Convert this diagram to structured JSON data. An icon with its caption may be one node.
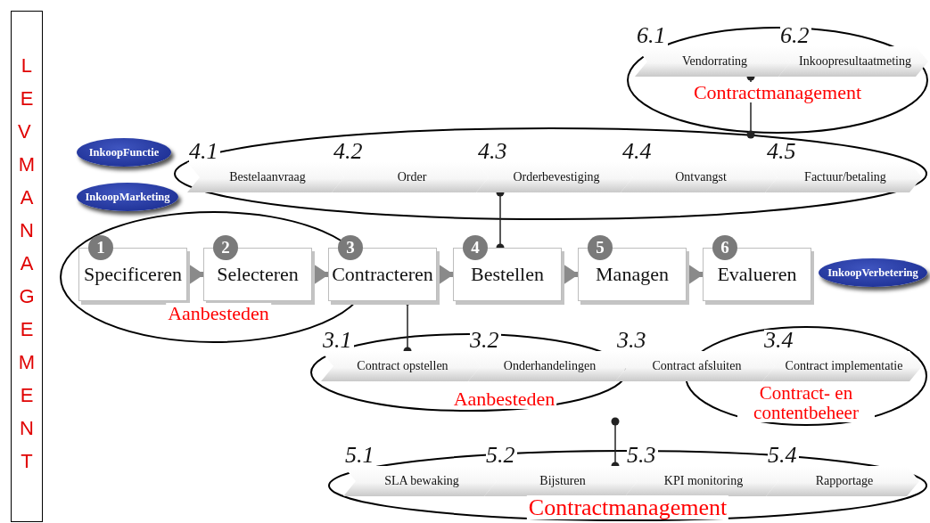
{
  "diagram": {
    "nodes": [
      {
        "text": [
          "LEV MANAGEMENT"
        ]
      },
      {
        "text": [
          "Contractmanagement"
        ]
      },
      {
        "text": [
          "6.1",
          "Vendorrating"
        ],
        "in": 1
      },
      {
        "text": [
          "6.2",
          "Inkoopresultaatmeting"
        ],
        "in": 1
      },
      {
        "text": [
          "InkoopFunctie"
        ]
      },
      {
        "text": [],
        "shape": "ellipse"
      },
      {
        "text": [
          "4.1",
          "Bestelaanvraag"
        ],
        "in": 5
      },
      {
        "text": [
          "4.2",
          "Order"
        ],
        "in": 5
      },
      {
        "text": [
          "4.3",
          "Orderbevestiging"
        ],
        "in": 5
      },
      {
        "text": [
          "4.4",
          "Ontvangst"
        ],
        "in": 5
      },
      {
        "text": [
          "4.5",
          "Factuur/betaling"
        ],
        "in": 5
      },
      {
        "text": [
          "InkoopMarketing"
        ]
      },
      {
        "text": [
          "Aanbesteden"
        ]
      },
      {
        "text": [
          "1",
          "Specificeren"
        ],
        "in": 12
      },
      {
        "text": [
          "2",
          "Selecteren"
        ],
        "in": 12
      },
      {
        "text": [
          "3",
          "Contracteren"
        ]
      },
      {
        "text": [
          "4",
          "Bestellen"
        ]
      },
      {
        "text": [
          "5",
          "Managen"
        ]
      },
      {
        "text": [
          "6",
          "Evalueren"
        ]
      },
      {
        "text": [
          "InkoopVerbetering"
        ]
      },
      {
        "text": [
          "Aanbesteden"
        ]
      },
      {
        "text": [
          "3.1",
          "Contract opstellen"
        ],
        "in": 20
      },
      {
        "text": [
          "3.2",
          "Onderhandelingen"
        ],
        "in": 20
      },
      {
        "text": [
          "3.3",
          "Contract afsluiten"
        ]
      },
      {
        "text": [
          "Contract- en contentbeheer"
        ]
      },
      {
        "text": [
          "3.4",
          "Contract implementatie"
        ],
        "in": 24
      },
      {
        "text": [
          "Contractmanagement"
        ]
      },
      {
        "text": [
          "5.1",
          "SLA bewaking"
        ],
        "in": 26
      },
      {
        "text": [
          "5.2",
          "Bijsturen"
        ],
        "in": 26
      },
      {
        "text": [
          "5.3",
          "KPI monitoring"
        ],
        "in": 26
      },
      {
        "text": [
          "5.4",
          "Rapportage"
        ],
        "in": 26
      }
    ],
    "edges": [
      {
        "from": 13,
        "to": 14,
        "arrow": "to"
      },
      {
        "from": 14,
        "to": 15,
        "arrow": "to"
      },
      {
        "from": 15,
        "to": 16,
        "arrow": "to"
      },
      {
        "from": 16,
        "to": 17,
        "arrow": "to"
      },
      {
        "from": 17,
        "to": 18,
        "arrow": "to"
      },
      {
        "from": 2,
        "to": 5,
        "arrow": "other",
        "color": "#222222"
      },
      {
        "from": 8,
        "to": 16,
        "arrow": "other",
        "color": "#222222"
      },
      {
        "from": 15,
        "to": 21,
        "arrow": "other",
        "color": "#222222"
      },
      {
        "from": null,
        "to": 28,
        "arrow": "other",
        "color": "#222222"
      }
    ]
  }
}
